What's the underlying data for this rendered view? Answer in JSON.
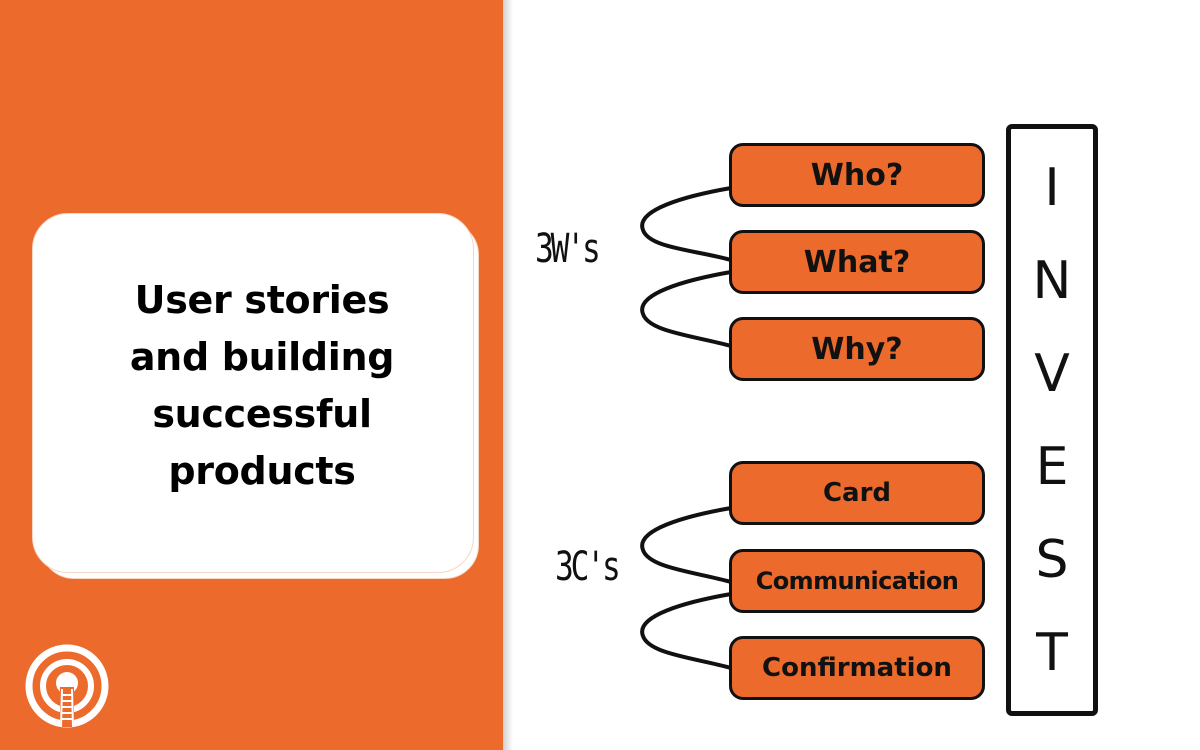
{
  "title": "User stories and building successful products",
  "colors": {
    "brand_orange": "#EC6A2C",
    "ink": "#111111",
    "background": "#FFFFFF"
  },
  "logo": {
    "icon": "broadcast-ladder-icon"
  },
  "diagram": {
    "groups": [
      {
        "label": "3W's",
        "items": [
          "Who?",
          "What?",
          "Why?"
        ]
      },
      {
        "label": "3C's",
        "items": [
          "Card",
          "Communication",
          "Confirmation"
        ]
      }
    ],
    "acronym": [
      "I",
      "N",
      "V",
      "E",
      "S",
      "T"
    ]
  }
}
